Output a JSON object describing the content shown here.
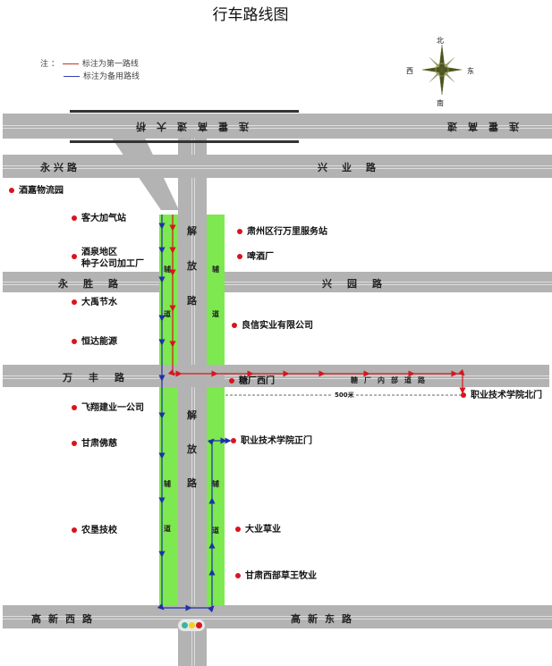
{
  "title": "行车路线图",
  "legend": {
    "prefix": "注 ：",
    "primary": "标注为第一路线",
    "backup": "标注为备用路线",
    "primary_color": "#c0392b",
    "backup_color": "#3b3bb5"
  },
  "compass": {
    "north": "北",
    "south": "南",
    "west": "西",
    "east": "东"
  },
  "roads": {
    "highway_bridge": "连霍高速大桥",
    "highway": "连霍高速",
    "yongxing": "永兴路",
    "xingye": "兴业路",
    "yongsheng": "永胜路",
    "xingyuan": "兴园路",
    "wanfeng": "万丰路",
    "tangchang_inner": "糖厂内部道路",
    "gaoxin_west": "高新西路",
    "gaoxin_east": "高新东路",
    "jiefang": [
      "解",
      "放",
      "路"
    ],
    "service": [
      "辅",
      "道"
    ]
  },
  "distance": "500米",
  "pois": {
    "p1": "酒嘉物流园",
    "p2": "客大加气站",
    "p3a": "酒泉地区",
    "p3b": "种子公司加工厂",
    "p4": "大禹节水",
    "p5": "恒达能源",
    "p6": "肃州区行万里服务站",
    "p7": "啤酒厂",
    "p8": "良信实业有限公司",
    "p9": "糖厂西门",
    "p10": "职业技术学院北门",
    "p11": "飞翔建业一公司",
    "p12": "甘肃佛慈",
    "p13": "职业技术学院正门",
    "p14": "农垦技校",
    "p15": "大业草业",
    "p16": "甘肃西部草王牧业"
  },
  "colors": {
    "road": "#b3b3b3",
    "service_road": "#7de84f",
    "primary_route": "#d9141c",
    "backup_route": "#1f2fa8",
    "poi": "#d9141c"
  }
}
